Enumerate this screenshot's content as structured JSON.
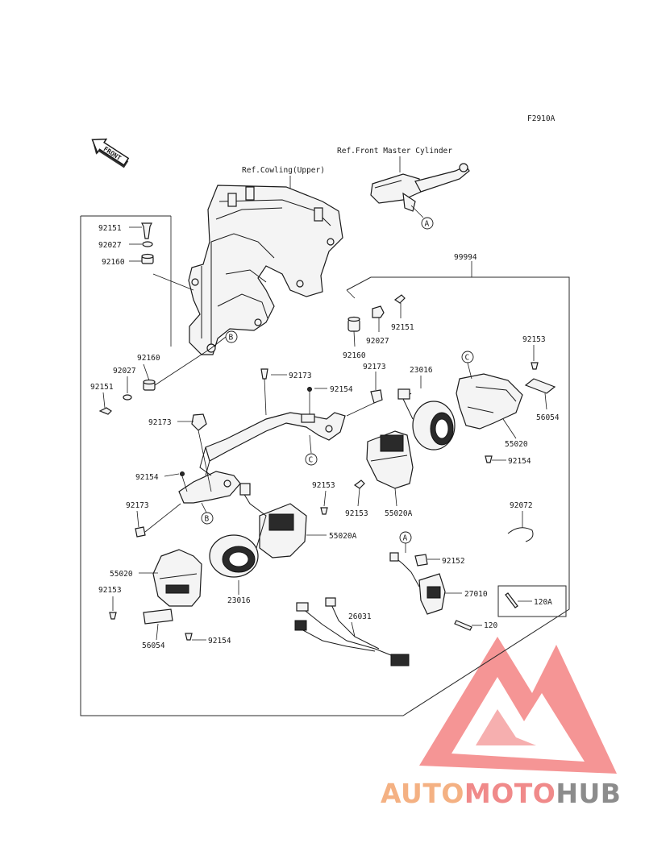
{
  "diagram_code": "F2910A",
  "front_arrow_label": "FRONT",
  "refs": {
    "cowling": "Ref.Cowling(Upper)",
    "master_cylinder": "Ref.Front Master Cylinder"
  },
  "callouts": {
    "a": "A",
    "b": "B",
    "c": "C"
  },
  "part_labels": {
    "p92151_tl": "92151",
    "p92027_tl": "92027",
    "p92160_tl": "92160",
    "p92160_l": "92160",
    "p92027_l": "92027",
    "p92151_l": "92151",
    "p92173_l": "92173",
    "p92154_l": "92154",
    "p92173_bl": "92173",
    "p55020_l": "55020",
    "p92153_l": "92153",
    "p56054_l": "56054",
    "p92154_bl": "92154",
    "p23016_l": "23016",
    "p55020A_l": "55020A",
    "p92153_m": "92153",
    "p92173_c": "92173",
    "p92154_c": "92154",
    "p92173_cr": "92173",
    "p99994": "99994",
    "p92160_r": "92160",
    "p92027_r": "92027",
    "p92151_r": "92151",
    "p23016_r": "23016",
    "p92153_r": "92153",
    "p56054_r": "56054",
    "p55020_r": "55020",
    "p92154_r": "92154",
    "p92153_rm": "92153",
    "p55020A_r": "55020A",
    "p92072": "92072",
    "p92152": "92152",
    "p27010": "27010",
    "p120": "120",
    "p120A": "120A",
    "p26031": "26031"
  },
  "watermark": {
    "part1": "AUTO",
    "part2": "MOTO",
    "part3": "HUB"
  }
}
